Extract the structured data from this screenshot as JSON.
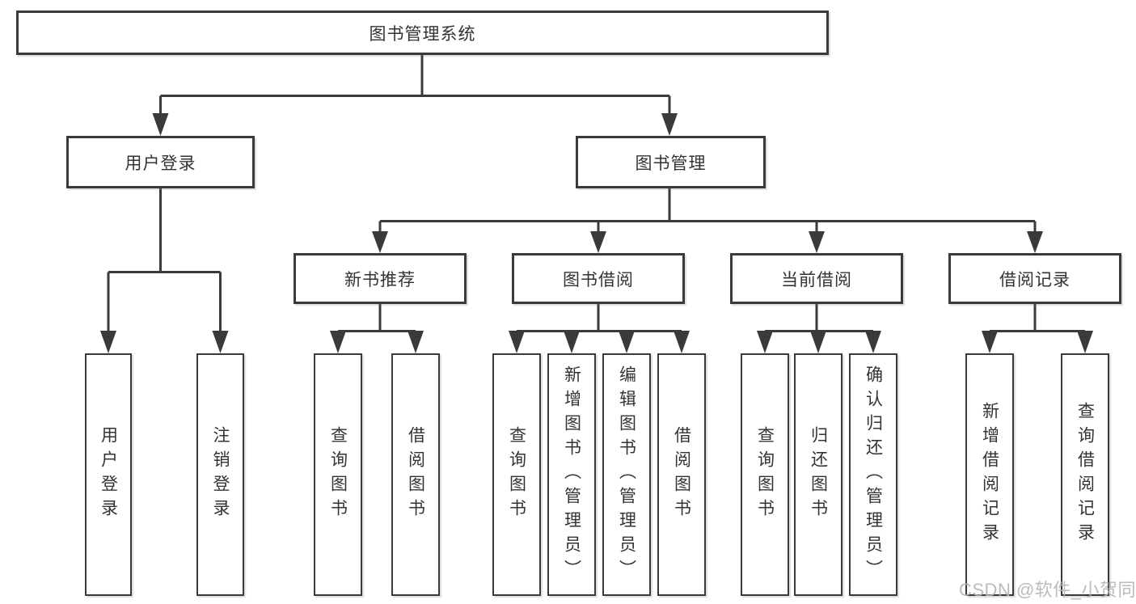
{
  "diagram": {
    "root": {
      "label": "图书管理系统"
    },
    "level1": [
      {
        "label": "用户登录"
      },
      {
        "label": "图书管理"
      }
    ],
    "level2": [
      {
        "label": "新书推荐"
      },
      {
        "label": "图书借阅"
      },
      {
        "label": "当前借阅"
      },
      {
        "label": "借阅记录"
      }
    ],
    "leaves": {
      "user_login": [
        {
          "label": "用户登录"
        },
        {
          "label": "注销登录"
        }
      ],
      "new_book": [
        {
          "label": "查询图书"
        },
        {
          "label": "借阅图书"
        }
      ],
      "book_borrow": [
        {
          "label": "查询图书"
        },
        {
          "label": "新增图书（管理员）"
        },
        {
          "label": "编辑图书（管理员）"
        },
        {
          "label": "借阅图书"
        }
      ],
      "current_borrow": [
        {
          "label": "查询图书"
        },
        {
          "label": "归还图书"
        },
        {
          "label": "确认归还（管理员）"
        }
      ],
      "borrow_records": [
        {
          "label": "新增借阅记录"
        },
        {
          "label": "查询借阅记录"
        }
      ]
    },
    "line_color": "#3a3a3a",
    "text_color": "#333333"
  },
  "watermark": {
    "text": "CSDN @软件_小贺同学",
    "color": "#b4b4b4"
  }
}
